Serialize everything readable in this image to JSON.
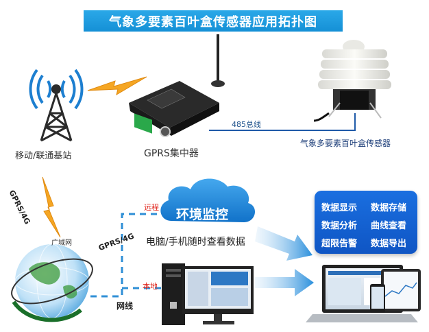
{
  "title": "气象多要素百叶盒传感器应用拓扑图",
  "nodes": {
    "tower": "移动/联通基站",
    "gprs_hub": "GPRS集中器",
    "sensor": "气象多要素百叶盒传感器",
    "cloud": "环境监控",
    "wan": "广域网"
  },
  "links": {
    "rs485": "485总线",
    "gprs4g_top": "GPRS/4G",
    "gprs4g_mid": "GPRS/4G",
    "remote": "远程",
    "local": "本地",
    "cable": "网线",
    "pc_mobile": "电脑/手机随时查看数据"
  },
  "features": [
    "数据显示",
    "数据存储",
    "数据分析",
    "曲线查看",
    "超限告警",
    "数据导出"
  ],
  "colors": {
    "banner": "#1a9ae0",
    "dashed_line": "#2f8fd6",
    "cloud": "#1d86d8",
    "feature_box": "#1560d0",
    "accent_red": "#e0241b",
    "lightning": "#f5a623"
  }
}
